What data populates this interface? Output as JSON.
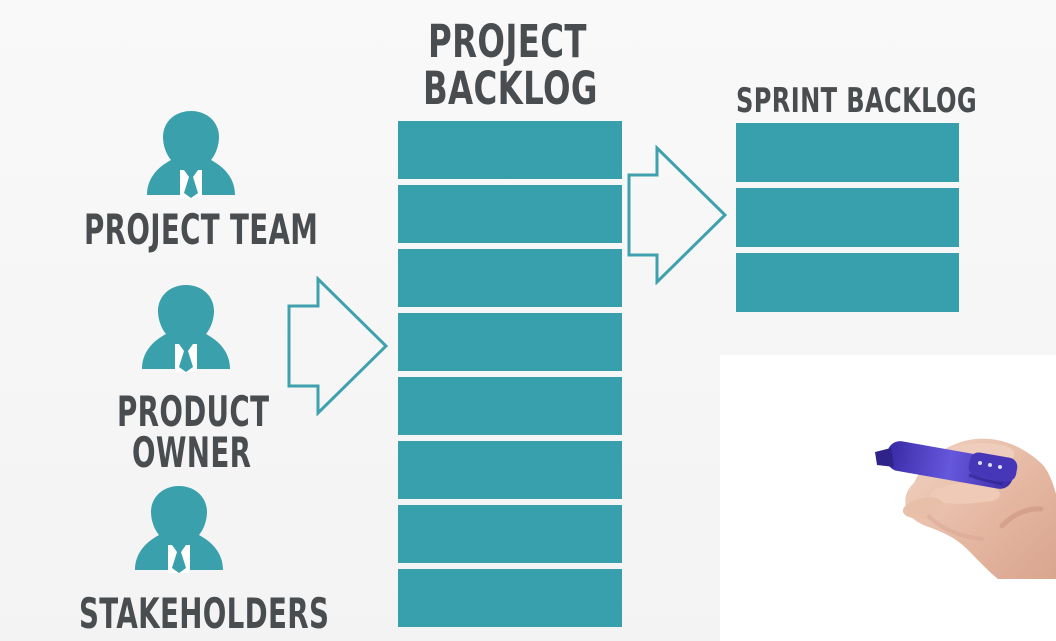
{
  "diagram": {
    "title_line1": "PROJECT",
    "title_line2": "BACKLOG",
    "sprint_title": "SPRINT BACKLOG",
    "roles": [
      {
        "label": "PROJECT TEAM"
      },
      {
        "label_line1": "PRODUCT",
        "label_line2": "OWNER"
      },
      {
        "label": "STAKEHOLDERS"
      }
    ],
    "project_backlog_rows": 8,
    "sprint_backlog_rows": 3,
    "colors": {
      "teal": "#38a0ad",
      "text": "#4a4d4f",
      "arrow_stroke": "#3ea1ad",
      "background": "#f7f7f7",
      "marker": "#4e3ec7"
    }
  }
}
